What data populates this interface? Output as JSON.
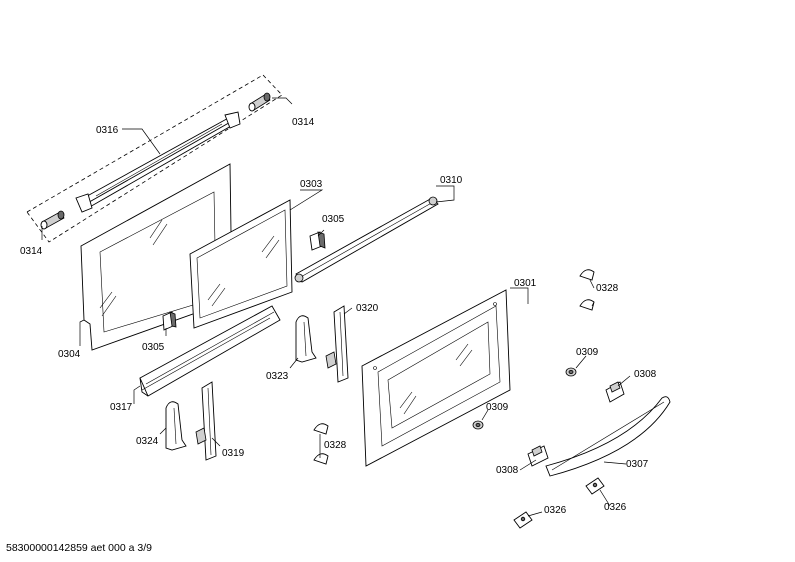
{
  "labels": {
    "p0301": "0301",
    "p0303": "0303",
    "p0304": "0304",
    "p0305a": "0305",
    "p0305b": "0305",
    "p0307": "0307",
    "p0308a": "0308",
    "p0308b": "0308",
    "p0309a": "0309",
    "p0309b": "0309",
    "p0310": "0310",
    "p0314a": "0314",
    "p0314b": "0314",
    "p0316": "0316",
    "p0317": "0317",
    "p0319": "0319",
    "p0320": "0320",
    "p0323": "0323",
    "p0324": "0324",
    "p0326a": "0326",
    "p0326b": "0326",
    "p0328a": "0328",
    "p0328b": "0328"
  },
  "footer": {
    "text": "58300000142859 aet 000 a 3/9"
  }
}
